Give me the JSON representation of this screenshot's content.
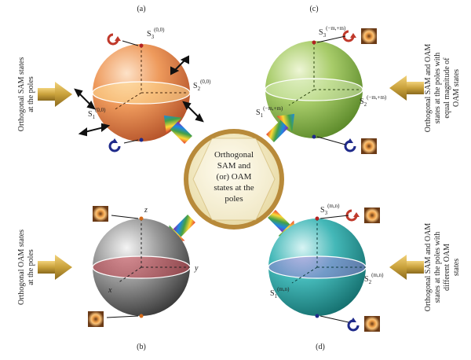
{
  "panels": {
    "a": {
      "tag": "(a)",
      "s3": "S",
      "s3_sub": "3",
      "s3_sup": "(0,0)",
      "s2": "S",
      "s2_sub": "2",
      "s2_sup": "(0,0)",
      "s1": "S",
      "s1_sub": "1",
      "s1_sup": "(0,0)",
      "side_line1": "Orthogonal SAM states",
      "side_line2": "at the poles"
    },
    "b": {
      "tag": "(b)",
      "z": "z",
      "y": "y",
      "x": "x",
      "side_line1": "Orthogonal OAM states",
      "side_line2": "at the poles"
    },
    "c": {
      "tag": "(c)",
      "s3": "S",
      "s3_sub": "3",
      "s3_sup": "(−m,+m)",
      "s2": "S",
      "s2_sub": "2",
      "s2_sup": "(−m,+m)",
      "s1": "S",
      "s1_sub": "1",
      "s1_sup": "(−m,+m)",
      "side_line1": "Orthogonal SAM and OAM",
      "side_line2": "states at the poles with",
      "side_line3": "equal magnitude of",
      "side_line4": "OAM states"
    },
    "d": {
      "tag": "(d)",
      "s3": "S",
      "s3_sub": "3",
      "s3_sup": "(m,n)",
      "s2": "S",
      "s2_sub": "2",
      "s2_sup": "(m,n)",
      "s1": "S",
      "s1_sub": "1",
      "s1_sup": "(m,n)",
      "side_line1": "Orthogonal SAM and OAM",
      "side_line2": "states at the poles with",
      "side_line3": "different OAM",
      "side_line4": "states"
    }
  },
  "center": {
    "line1": "Orthogonal",
    "line2": "SAM and",
    "line3": "(or) OAM",
    "line4": "states at the",
    "line5": "poles"
  },
  "colors": {
    "sphere_a": "#e8864a",
    "sphere_b": "#8a8a8a",
    "sphere_c": "#9cc25a",
    "sphere_d": "#3fb4b4",
    "spin_icon": "#c0392b",
    "spin_icon_alt": "#1f2a8a",
    "cone": "#c9a13b"
  }
}
